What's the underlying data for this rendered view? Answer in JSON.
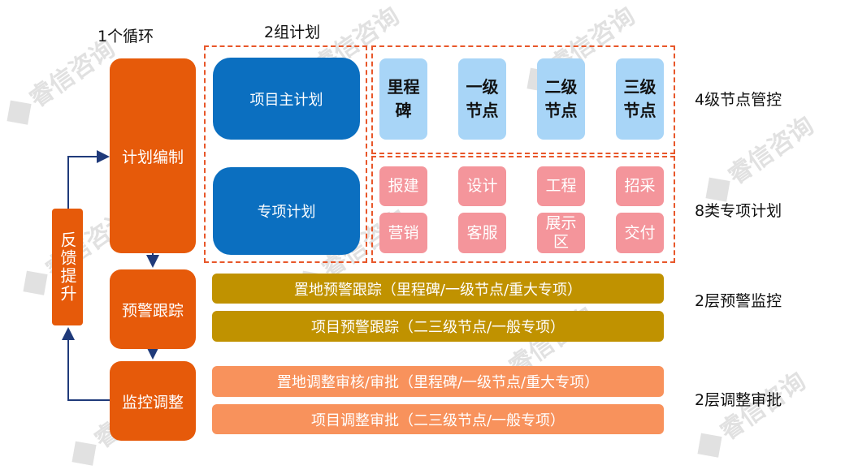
{
  "labels": {
    "cycle": "1个循环",
    "plans": "2组计划",
    "node_control": "4级节点管控",
    "special_plans": "8类专项计划",
    "warning": "2层预警监控",
    "adjust": "2层调整审批"
  },
  "process": {
    "plan": "计划编制",
    "warn": "预警跟踪",
    "monitor": "监控调整",
    "feedback": "反馈提升"
  },
  "plan_groups": {
    "main": "项目主计划",
    "special": "专项计划"
  },
  "nodes": [
    "里程碑",
    "一级节点",
    "二级节点",
    "三级节点"
  ],
  "special_items": [
    "报建",
    "设计",
    "工程",
    "招采",
    "营销",
    "客服",
    "展示区",
    "交付"
  ],
  "warning_rows": [
    "置地预警跟踪（里程碑/一级节点/重大专项）",
    "项目预警跟踪（二三级节点/一般专项）"
  ],
  "adjust_rows": [
    "置地调整审核/审批（里程碑/一级节点/重大专项）",
    "项目调整审批（二三级节点/一般专项）"
  ],
  "watermark": "睿信咨询",
  "colors": {
    "orange": "#e65a0a",
    "blue": "#0b6fc0",
    "light_blue": "#a8d5f7",
    "pink": "#f4959b",
    "gold": "#c09200",
    "peach": "#f8925c",
    "dash": "#e8572a",
    "arrow": "#1f3a7a"
  }
}
